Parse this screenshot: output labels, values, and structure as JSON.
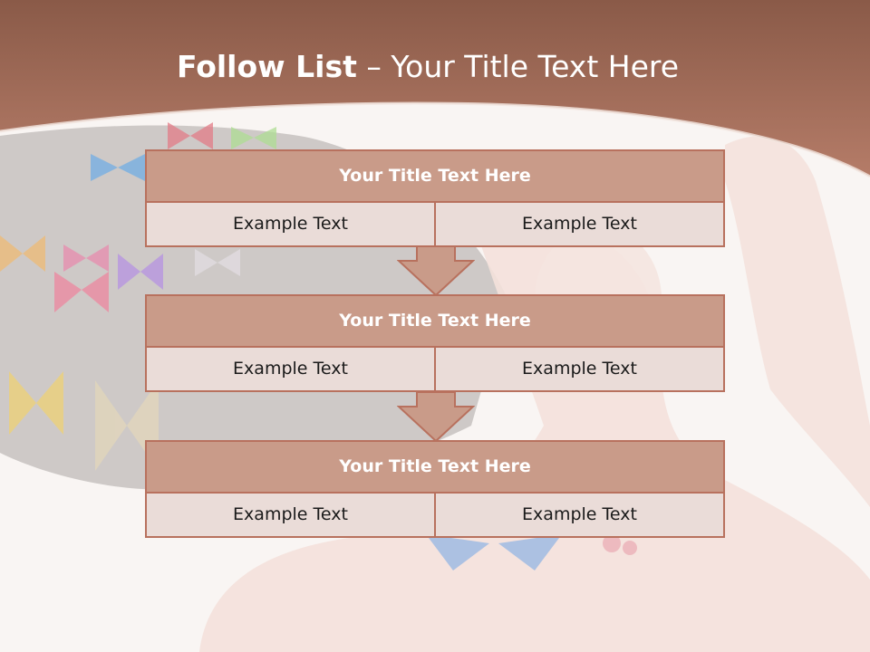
{
  "slide": {
    "title_bold": "Follow List",
    "title_rest": " – Your Title Text Here"
  },
  "blocks": [
    {
      "title": "Your Title Text Here",
      "left": "Example Text",
      "right": "Example Text"
    },
    {
      "title": "Your Title Text Here",
      "left": "Example Text",
      "right": "Example Text"
    },
    {
      "title": "Your Title Text Here",
      "left": "Example Text",
      "right": "Example Text"
    }
  ],
  "colors": {
    "header_band": "#a8705e",
    "block_title_bg": "#c99b89",
    "block_border": "#b8715e",
    "block_cell_bg": "#eadcd8",
    "arrow_fill": "#c99b89"
  }
}
